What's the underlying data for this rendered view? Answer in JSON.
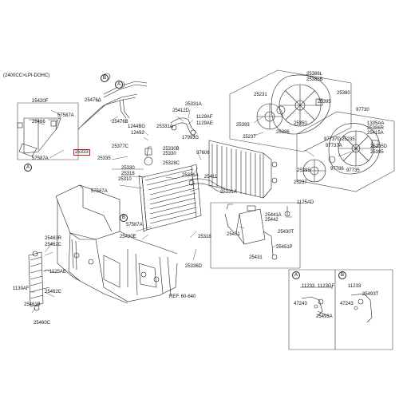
{
  "header": {
    "engine_note": "(2400CC>LPI-DOHC)"
  },
  "reference": {
    "text": "REF. 60-640"
  },
  "highlighted_part": "25333",
  "callouts": {
    "a": "A",
    "b": "B"
  },
  "parts": {
    "p25420F": "25420F",
    "p57587A_top": "57587A",
    "p26466": "26466",
    "p57587A_left": "57587A",
    "p25476A": "25476A",
    "p25476B": "25476B",
    "p25331A_top": "25331A",
    "p25412D": "25412D",
    "p1129AF": "1129AF",
    "p1129AE": "1129AE",
    "p1799JG": "1799JG",
    "p1244BG": "1244BG",
    "p12492": "12492",
    "p25331A_mid": "25331A",
    "p25377C": "25377C",
    "p25335": "25335",
    "p25330B": "25330B",
    "p25330": "25330",
    "p25328C": "25328C",
    "p25331A_r": "25331A",
    "p25331A_r2": "25331A",
    "p97606": "97606",
    "p25411": "25411",
    "p25330_mid": "25330",
    "p25318": "25318",
    "p25310": "25310",
    "p57587A_mid": "57587A",
    "p57587A_low": "57587A",
    "p25420E": "25420E",
    "p25318_low": "25318",
    "p25336D": "25336D",
    "p25386L": "25386L",
    "p25380": "25380",
    "p25385B": "25385B",
    "p25231": "25231",
    "p25395": "25395",
    "p25393": "25393",
    "p25386": "25386",
    "p25350": "25350",
    "p25237": "25237",
    "p97730": "97730",
    "p1335AA": "1335AA",
    "p25386R": "25386R",
    "p25415A": "25415A",
    "p97737D": "97737D",
    "p25235": "25235",
    "p97737A": "97737A",
    "p25235D": "25235D",
    "p25395_r": "25395",
    "p25395_r2": "25395",
    "p97786": "97786",
    "p97735": "97735",
    "p25237_r": "25237",
    "p1125AD": "1125AD",
    "p25441A": "25441A",
    "p25442": "25442",
    "p25451": "25451",
    "p25430T": "25430T",
    "p25451P": "25451P",
    "p25431": "25431",
    "p25463R": "25463R",
    "p25462C": "25462C",
    "p1125AE": "1125AE",
    "p1130AF": "1130AF",
    "p25462C_low": "25462C",
    "p25461B": "25461B",
    "p25460C": "25460C",
    "p11233_a": "11233",
    "p1123GF": "1123GF",
    "p47243_a": "47243",
    "p25493A": "25493A",
    "p11233_b": "11233",
    "p47243_b": "47243",
    "p25493T": "25493T"
  },
  "colors": {
    "line": "#222222",
    "highlight": "#d01818",
    "background": "#ffffff"
  }
}
